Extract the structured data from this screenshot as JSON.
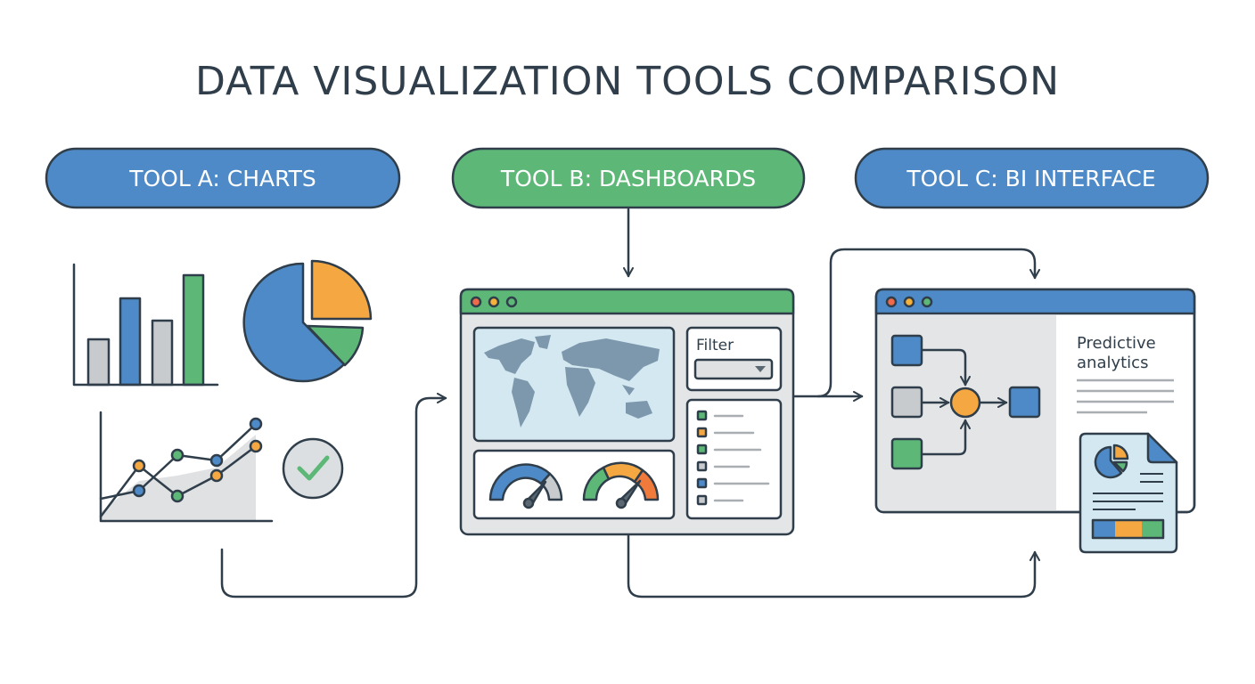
{
  "title": "DATA VISUALIZATION TOOLS COMPARISON",
  "tools": [
    {
      "label": "TOOL A: CHARTS",
      "color": "#4d8ac7"
    },
    {
      "label": "TOOL B: DASHBOARDS",
      "color": "#5db878"
    },
    {
      "label": "TOOL C: BI INTERFACE",
      "color": "#4d8ac7"
    }
  ],
  "dashboard": {
    "filter_label": "Filter"
  },
  "bi": {
    "panel_title_line1": "Predictive",
    "panel_title_line2": "analytics"
  },
  "colors": {
    "blue": "#4d8ac7",
    "green": "#5db878",
    "orange": "#f5a742",
    "red": "#f07a3c",
    "gray": "#c8cbce",
    "dark": "#2f3e4a",
    "panel": "#e3e5e7",
    "lightblue": "#d4e8f2"
  }
}
